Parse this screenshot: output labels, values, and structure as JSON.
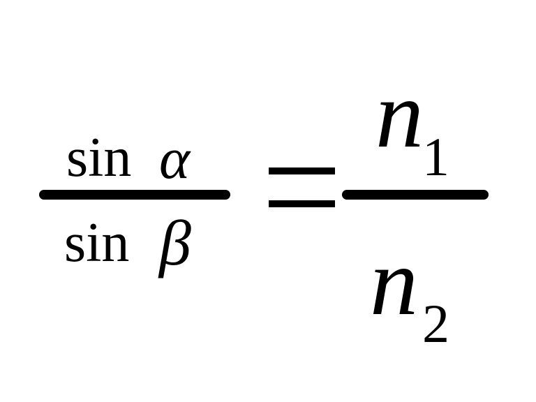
{
  "formula": {
    "left": {
      "numerator": {
        "function": "sin",
        "variable": "α"
      },
      "denominator": {
        "function": "sin",
        "variable": "β"
      }
    },
    "operator": "=",
    "right": {
      "numerator": {
        "variable": "n",
        "subscript": "1"
      },
      "denominator": {
        "variable": "n",
        "subscript": "2"
      }
    }
  },
  "colors": {
    "ink": "#000000",
    "background": "#ffffff"
  }
}
